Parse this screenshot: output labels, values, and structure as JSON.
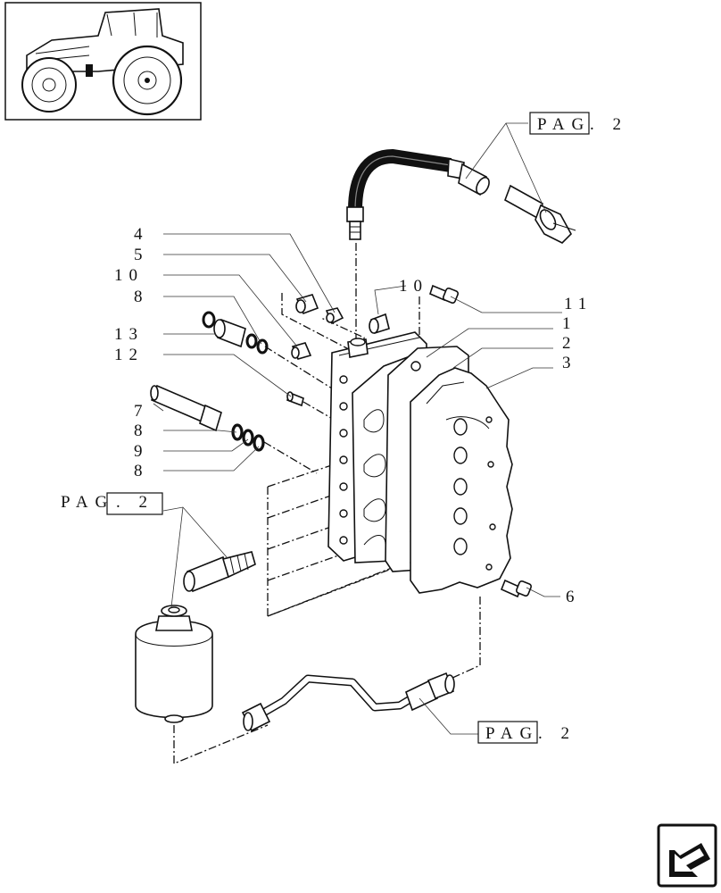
{
  "callouts": {
    "n4": "4",
    "n5": "5",
    "n10a": "10",
    "n8a": "8",
    "n13": "13",
    "n12": "12",
    "n7": "7",
    "n8b": "8",
    "n9": "9",
    "n8c": "8",
    "n10b": "10",
    "n11": "11",
    "n1": "1",
    "n2": "2",
    "n3": "3",
    "n6": "6"
  },
  "references": {
    "top_right": {
      "box": "PAG",
      "suffix": ". 2"
    },
    "left": {
      "box_prefix": "PAG",
      "box": ". 2"
    },
    "bottom": {
      "box": "PAG",
      "suffix": ". 2"
    }
  },
  "icons": {
    "thumbnail": "tractor-thumbnail-icon",
    "nav": "previous-page-arrow-icon"
  }
}
